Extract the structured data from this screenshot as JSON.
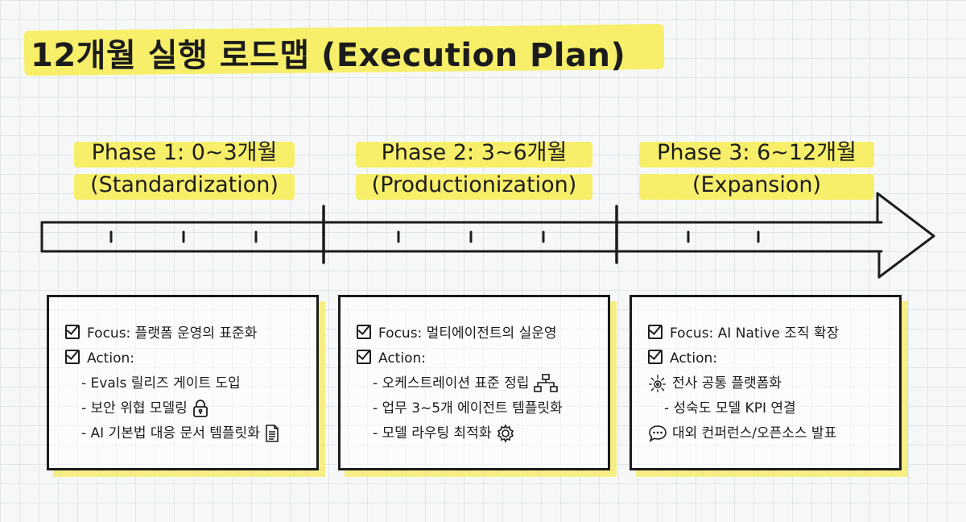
{
  "title": "12개월 실행 로드맵 (Execution Plan)",
  "phases": [
    {
      "line1": "Phase 1: 0~3개월",
      "line2": "(Standardization)"
    },
    {
      "line1": "Phase 2: 3~6개월",
      "line2": "(Productionization)"
    },
    {
      "line1": "Phase 3: 6~12개월",
      "line2": "(Expansion)"
    }
  ],
  "cards": [
    {
      "focus": "Focus: 플랫폼 운영의 표준화",
      "action": "Action:",
      "items": [
        "- Evals 릴리즈 게이트 도입",
        "- 보안 위협 모델링",
        "- AI 기본법 대응 문서 템플릿화"
      ]
    },
    {
      "focus": "Focus: 멀티에이전트의 실운영",
      "action": "Action:",
      "items": [
        "- 오케스트레이션 표준 정립",
        "- 업무 3~5개 에이전트 템플릿화",
        "- 모델 라우팅 최적화"
      ]
    },
    {
      "focus": "Focus: AI Native 조직 확장",
      "action": "Action:",
      "items": [
        "전사 공통 플랫폼화",
        "- 성숙도 모델 KPI 연결",
        "대외 컨퍼런스/오픈소스 발표"
      ]
    }
  ],
  "icons": {
    "lock": "lock-icon",
    "document": "document-icon",
    "flowchart": "flowchart-icon",
    "gear": "gear-icon",
    "sparkle": "sparkle-icon",
    "chat": "chat-bubble-icon"
  },
  "colors": {
    "highlight": "#f7ef6a",
    "ink": "#1c1c1c",
    "grid": "#dfe6ea"
  }
}
